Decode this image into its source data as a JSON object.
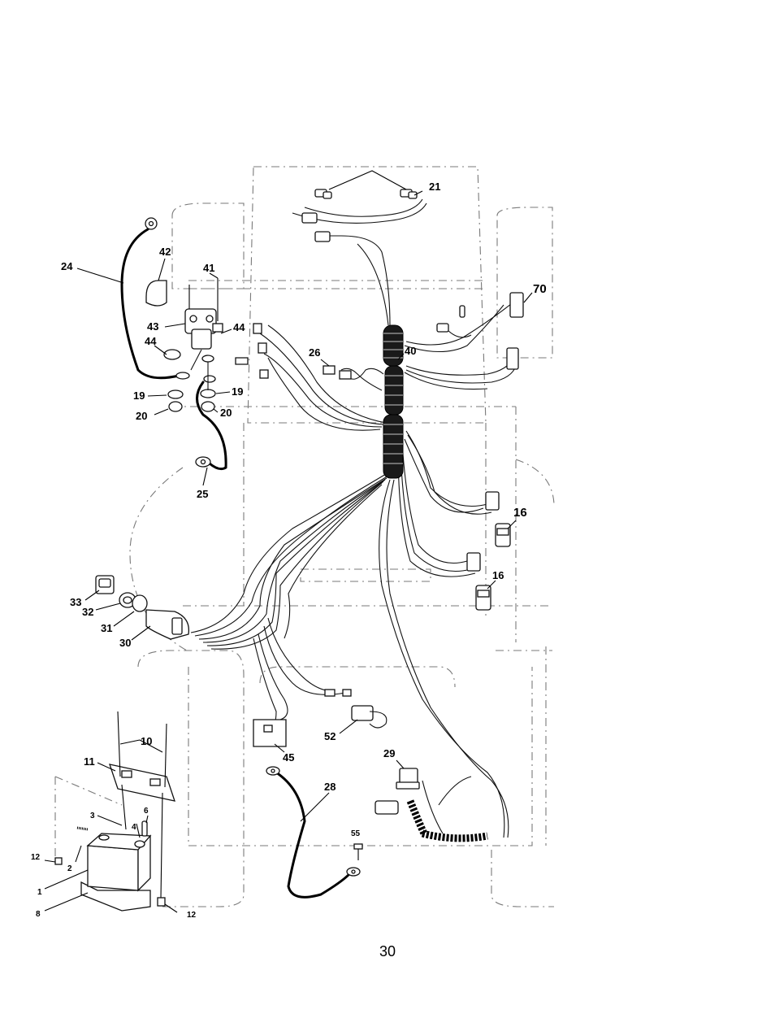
{
  "page_number": "30",
  "callouts": {
    "c1": "1",
    "c2": "2",
    "c3": "3",
    "c4": "4",
    "c6": "6",
    "c8": "8",
    "c10": "10",
    "c11": "11",
    "c12a": "12",
    "c12b": "12",
    "c16a": "16",
    "c16b": "16",
    "c19a": "19",
    "c19b": "19",
    "c20a": "20",
    "c20b": "20",
    "c21": "21",
    "c24": "24",
    "c25": "25",
    "c26": "26",
    "c28": "28",
    "c29": "29",
    "c30": "30",
    "c31": "31",
    "c32": "32",
    "c33": "33",
    "c40": "40",
    "c41": "41",
    "c42": "42",
    "c43": "43",
    "c44a": "44",
    "c44b": "44",
    "c45": "45",
    "c52": "52",
    "c55": "55",
    "c70": "70"
  }
}
